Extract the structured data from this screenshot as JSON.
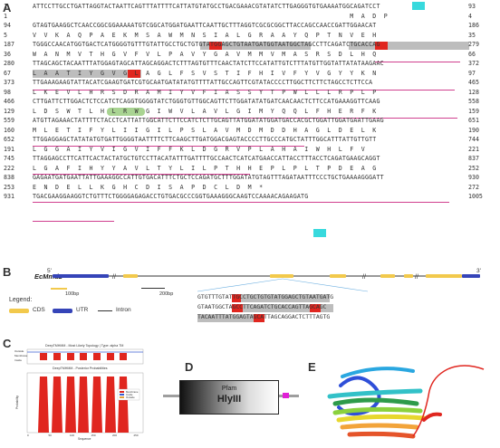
{
  "panels": {
    "a": "A",
    "b": "B",
    "c": "C",
    "d": "D",
    "e": "E"
  },
  "sequence": {
    "rows": [
      {
        "n1": "1",
        "txt": "ATTCCTTGCCTGATTAGGTACTAATTCAGTTTATTTTCATTATGTATGCCTGACGAAACGTATATCTTGAGGGTGTGAAAATGGCAGATCCT",
        "n2": "93"
      },
      {
        "n1": "1",
        "txt": "                                                                                    M  A  D  P",
        "n2": "4",
        "aa": true
      },
      {
        "n1": "94",
        "txt": "GTAGTGAAGGCTCAACCGGCGGAAAAATGTCGGCATGGATGAATTCAATTGCTTTAGGTCGCGCGGCTTACCAGCCAACCGATTGGAACAT",
        "n2": "186"
      },
      {
        "n1": "5",
        "txt": "V  V  K  A  Q  P  A  E  K  M  S  A  W  M  N  S  I  A  L  G  R  A  A  Y  Q  P  T  N  V  E  H",
        "n2": "35",
        "aa": true
      },
      {
        "n1": "187",
        "txt": "TGGGCCAACATGGTGACTCATGGGGTGTTTGTATTGCCTGCTGTGTATGGAGCTGTAATGATGGTAATGGCTAGCCTTCAGATCTGCACCAG",
        "n2": "279"
      },
      {
        "n1": "36",
        "txt": "W  A  N  M  V  T  H  G  V  F  V  L  P  A  V  Y  G  A  V  M  M  V  M  A  S  R  S  D  L  H  Q",
        "n2": "66",
        "aa": true
      },
      {
        "n1": "280",
        "txt": "TTAGCAGCTACAATTTATGGAGTAGCATTAGCAGGACTCTTTAGTGTTTCAACTATCTTCCATATTGTCTTTATGTTGGTATTATATAAGAAC",
        "n2": "372"
      },
      {
        "n1": "67",
        "txt": "L  A  A  T  I  Y  G  V  G  L  A  G  L  F  S  V  S  T  I  F  H  I  V  F  Y  V  G  Y  Y  K  N",
        "n2": "97",
        "aa": true
      },
      {
        "n1": "373",
        "txt": "TTGAAAGAAGTATTACATCGAAGTGATCGTGCAATGATATATGTTTTATTGCCAGTTCGTATACCCCTTGGCTTCTTCTAGCCTCTTCCA",
        "n2": "465"
      },
      {
        "n1": "98",
        "txt": "L  K  E  V  L  H  R  S  D  R  A  M  I  Y  V  F  I  A  S  S  Y  T  P  W  L  L  L  R  P  L  P",
        "n2": "128",
        "aa": true
      },
      {
        "n1": "466",
        "txt": "CTTGATTCTTGGACTCTCCATCTCAGGTGGGGTATCTGGGTGTTGGCAGTTCTTGGATATATGATCAACAACTCTTCCATGAAAGGTTCAAG",
        "n2": "558"
      },
      {
        "n1": "129",
        "txt": "L  D  S  W  T  L  H  L  R  W  G  I  W  V  L  A  V  L  G  I  M  Y  Q  Q  L  F  H  E  R  F  K",
        "n2": "159",
        "aa": true
      },
      {
        "n1": "559",
        "txt": "ATGTTAGAAACTATTTTCTACCTCATTATTGGCATTCTTCCATCTCTTGCAGTTATGGATATGGATGACCACGCTGGATTGGATGAATTGAAG",
        "n2": "651"
      },
      {
        "n1": "160",
        "txt": "M  L  E  T  I  F  Y  L  I  I  G  I  L  P  S  L  A  V  M  D  M  D  D  H  A  G  L  D  E  L  K",
        "n2": "190",
        "aa": true
      },
      {
        "n1": "652",
        "txt": "TTGGAGGAGCTATATATGTGATTGGGGTAATTTTCTTCAAGCTTGATGGACGAGTACCCCTTGCCCATGCTATTTGGCATTTATTGTTGTT",
        "n2": "744"
      },
      {
        "n1": "191",
        "txt": "L  G  G  A  I  Y  V  I  G  V  I  F  F  K  L  D  G  R  V  P  L  A  H  A  I  W  H  L  F  V",
        "n2": "221",
        "aa": true
      },
      {
        "n1": "745",
        "txt": "TTAGGAGCCTTCATTCACTACTATGCTGTCCTTACATATTTGATTTTGCCAACTCATCATGAACCATTACCTTTACCTCAGATGAAGCAGGT",
        "n2": "837"
      },
      {
        "n1": "222",
        "txt": "L  G  A  F  I  H  Y  Y  A  V  L  T  Y  L  I  L  P  T  H  H  E  P  L  P  L  T  P  D  E  A  G",
        "n2": "252",
        "aa": true
      },
      {
        "n1": "838",
        "txt": "GAGAATGATGAATTATTGAAAGGCCATTGTGACATTTCTGCTCCAGATGCTTTGGATATGTAGTTTAGATAATTTCCCTGCTGAAAAGGGATT",
        "n2": "930"
      },
      {
        "n1": "253",
        "txt": "E  N  D  E  L  L  K  G  H  C  D  I  S  A  P  D  C  L  D  M  *",
        "n2": "272",
        "aa": true
      },
      {
        "n1": "931",
        "txt": "TGACGAAGGAAGGTCTGTTTCTGGGGAGAGACCTGTGACGCCCGGTGAAAGGGCAAGTCCAAAACAGAAGATG",
        "n2": "1005"
      }
    ]
  },
  "gene_structure": {
    "gene_name": "EcMmd2",
    "five_prime": "5'",
    "three_prime": "3'",
    "scale_100": "100bp",
    "scale_200": "200bp",
    "legend_title": "Legend:",
    "legend_cds": "CDS",
    "legend_utr": "UTR",
    "legend_intron": "Intron",
    "detail_lines": [
      "GTGTTTGTATTGCCTGCTGTGTATGGAGCTGTAATGATG",
      "GTAATGGCTAGCCTTCAGATCTGCACCAGTTAGCAGC",
      "TACAATTTATGGAGTAGCATTAGCAGGACTCTTTAGTG"
    ]
  },
  "topology_plot": {
    "title_top": "DeepTMHMM - Most Likely Topology | Type: alpha TM",
    "title_bottom": "DeepTMHMM - Posterior Probabilities",
    "track_labels": [
      "Outside",
      "Membrane",
      "Inside"
    ],
    "ylabel": "Probability",
    "xlabel": "Sequence",
    "legend": [
      "Membrane",
      "Inside",
      "Outside"
    ],
    "xticks": [
      "0",
      "50",
      "100",
      "150",
      "200",
      "250"
    ]
  },
  "pfam": {
    "label": "Pfam",
    "domain": "HlyIII"
  },
  "colors": {
    "cds": "#f2c94c",
    "utr": "#3544b8",
    "intron": "#333333",
    "red_highlight": "#e0261f",
    "gray_highlight": "#bdbdbd",
    "cyan_highlight": "#38d9dd",
    "tm_underline": "#d0408f",
    "green_highlight": "#a9d492",
    "magenta_marker": "#e01fd6"
  }
}
